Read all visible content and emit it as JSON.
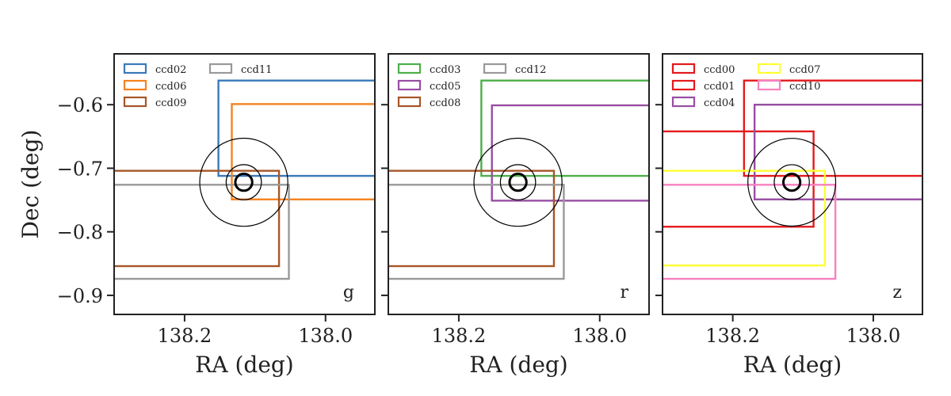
{
  "chart_data": [
    {
      "type": "footprint",
      "band": "g",
      "xlabel": "RA (deg)",
      "ylabel": "Dec (deg)",
      "xlim": [
        138.3,
        137.93
      ],
      "ylim": [
        -0.93,
        -0.52
      ],
      "xticks": [
        "138.2",
        "138.0"
      ],
      "yticks": [
        "−0.6",
        "−0.7",
        "−0.8",
        "−0.9"
      ],
      "legend": [
        {
          "name": "ccd02",
          "color": "#3a7ab8"
        },
        {
          "name": "ccd06",
          "color": "#f5821f"
        },
        {
          "name": "ccd09",
          "color": "#a65628"
        },
        {
          "name": "ccd11",
          "color": "#999999"
        }
      ],
      "ccds": [
        {
          "name": "ccd02",
          "color": "#3a7ab8",
          "ra": [
            138.152,
            137.9
          ],
          "dec": [
            -0.712,
            -0.562
          ]
        },
        {
          "name": "ccd06",
          "color": "#f5821f",
          "ra": [
            138.133,
            137.9
          ],
          "dec": [
            -0.749,
            -0.599
          ]
        },
        {
          "name": "ccd09",
          "color": "#a65628",
          "ra": [
            138.4,
            138.066
          ],
          "dec": [
            -0.854,
            -0.704
          ]
        },
        {
          "name": "ccd11",
          "color": "#999999",
          "ra": [
            138.4,
            138.052
          ],
          "dec": [
            -0.874,
            -0.726
          ]
        }
      ],
      "target": {
        "ra": 138.116,
        "dec": -0.722,
        "radii": [
          0.0625,
          0.025,
          0.012
        ]
      }
    },
    {
      "type": "footprint",
      "band": "r",
      "xlabel": "RA (deg)",
      "ylabel": "",
      "xlim": [
        138.3,
        137.93
      ],
      "ylim": [
        -0.93,
        -0.52
      ],
      "xticks": [
        "138.2",
        "138.0"
      ],
      "yticks": [],
      "legend": [
        {
          "name": "ccd03",
          "color": "#4daf4a"
        },
        {
          "name": "ccd05",
          "color": "#984ea3"
        },
        {
          "name": "ccd08",
          "color": "#a65628"
        },
        {
          "name": "ccd12",
          "color": "#999999"
        }
      ],
      "ccds": [
        {
          "name": "ccd03",
          "color": "#4daf4a",
          "ra": [
            138.168,
            137.9
          ],
          "dec": [
            -0.712,
            -0.562
          ]
        },
        {
          "name": "ccd05",
          "color": "#984ea3",
          "ra": [
            138.153,
            137.9
          ],
          "dec": [
            -0.751,
            -0.601
          ]
        },
        {
          "name": "ccd08",
          "color": "#a65628",
          "ra": [
            138.4,
            138.065
          ],
          "dec": [
            -0.854,
            -0.704
          ]
        },
        {
          "name": "ccd12",
          "color": "#999999",
          "ra": [
            138.4,
            138.051
          ],
          "dec": [
            -0.874,
            -0.726
          ]
        }
      ],
      "target": {
        "ra": 138.116,
        "dec": -0.722,
        "radii": [
          0.0625,
          0.025,
          0.012
        ]
      }
    },
    {
      "type": "footprint",
      "band": "z",
      "xlabel": "RA (deg)",
      "ylabel": "",
      "xlim": [
        138.3,
        137.93
      ],
      "ylim": [
        -0.93,
        -0.52
      ],
      "xticks": [
        "138.2",
        "138.0"
      ],
      "yticks": [],
      "legend": [
        {
          "name": "ccd00",
          "color": "#e41a1c"
        },
        {
          "name": "ccd01",
          "color": "#e41a1c"
        },
        {
          "name": "ccd04",
          "color": "#984ea3"
        },
        {
          "name": "ccd07",
          "color": "#ffff33"
        },
        {
          "name": "ccd10",
          "color": "#f781bf"
        }
      ],
      "ccds": [
        {
          "name": "ccd00",
          "color": "#e41a1c",
          "ra": [
            138.4,
            138.085
          ],
          "dec": [
            -0.792,
            -0.642
          ]
        },
        {
          "name": "ccd01",
          "color": "#e41a1c",
          "ra": [
            138.184,
            137.9
          ],
          "dec": [
            -0.712,
            -0.562
          ]
        },
        {
          "name": "ccd04",
          "color": "#984ea3",
          "ra": [
            138.169,
            137.9
          ],
          "dec": [
            -0.749,
            -0.6
          ]
        },
        {
          "name": "ccd07",
          "color": "#ffff33",
          "ra": [
            138.4,
            138.069
          ],
          "dec": [
            -0.853,
            -0.704
          ]
        },
        {
          "name": "ccd10",
          "color": "#f781bf",
          "ra": [
            138.4,
            138.054
          ],
          "dec": [
            -0.874,
            -0.726
          ]
        }
      ],
      "target": {
        "ra": 138.116,
        "dec": -0.722,
        "radii": [
          0.0625,
          0.025,
          0.012
        ]
      }
    }
  ]
}
